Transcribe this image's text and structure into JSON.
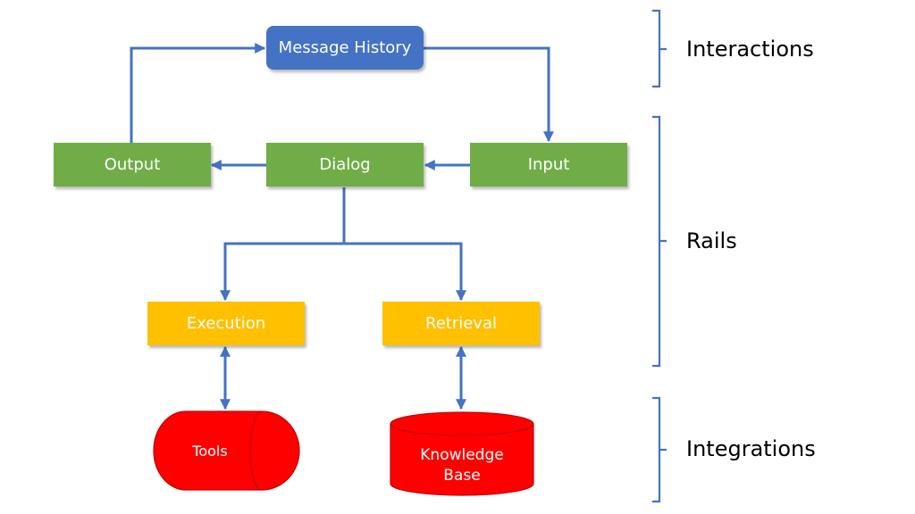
{
  "nodes": {
    "message_history": "Message History",
    "output": "Output",
    "dialog": "Dialog",
    "input": "Input",
    "execution": "Execution",
    "retrieval": "Retrieval",
    "tools": "Tools",
    "knowledge_base": "Knowledge\nBase"
  },
  "layers": {
    "interactions": "Interactions",
    "rails": "Rails",
    "integrations": "Integrations"
  },
  "colors": {
    "history_blue": "#4472C4",
    "rail_green": "#70AD47",
    "action_yellow": "#FFC000",
    "storage_red": "#FF0000",
    "arrow_blue": "#4472C4"
  }
}
